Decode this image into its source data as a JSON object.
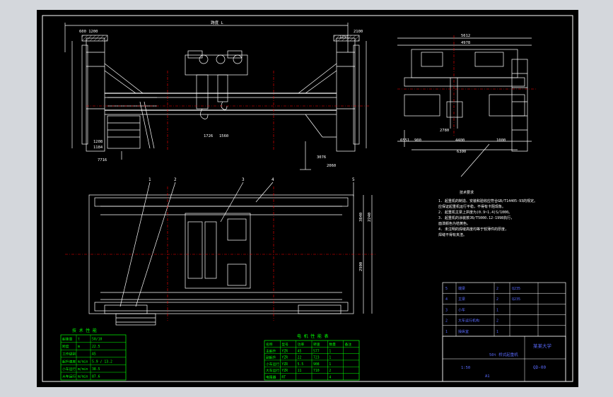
{
  "drawing": {
    "colors": {
      "background": "#000000",
      "viewport": "#d4d7dc",
      "frame": "#ffffff",
      "centerline": "#ff0000",
      "table_green": "#00ff00",
      "table_blue": "#5a6bff",
      "hatch": "#ffffff"
    },
    "dims_top": {
      "span_overall": "跨度 L",
      "left_top": "600 1200",
      "right_top": "2100",
      "right_top2": "1251",
      "bottom_left": "7716",
      "mid_bottom": "1560",
      "mid_bottom2": "1726",
      "right_bottom": "3076",
      "right_bottom2": "2060",
      "left_low1": "1208",
      "left_low2": "1184"
    },
    "dims_side": {
      "top1": "5612",
      "top2": "4978",
      "bottom1": "2780",
      "bottom2": "4400",
      "bottom3": "6300",
      "left_bottom": "6551",
      "left_bottom2": "900",
      "right_bottom": "1000"
    },
    "dims_plan": {
      "right1": "3840",
      "right2": "2240",
      "right3": "2900",
      "balloons": [
        "1",
        "2",
        "3",
        "4",
        "5"
      ]
    },
    "notes": {
      "title": "技术要求",
      "lines": [
        "1. 起重机的制造、安装和验收应符合GB/T14405-93的规定。",
        "   应保证起重机运行平稳，不得有卡阻现象。",
        "2. 起重机主梁上拱度为(0.9~1.4)S/1000。",
        "3. 起重机的涂装按JB/T5000.12-1998执行，",
        "   面漆颜色为桔黄色。",
        "4. 未注明的焊缝高度均等于较薄件的厚度，",
        "   焊缝不得有夹渣。"
      ]
    },
    "spec_table": {
      "title": "技 术 性 能",
      "rows": [
        [
          "起重量",
          "t",
          "50/10"
        ],
        [
          "跨度",
          "m",
          "22.5"
        ],
        [
          "工作级别",
          "",
          "A5"
        ],
        [
          "起升速度",
          "m/min",
          "5.9 / 13.2"
        ],
        [
          "小车运行",
          "m/min",
          "38.5"
        ],
        [
          "大车运行",
          "m/min",
          "87.6"
        ]
      ]
    },
    "motor_table": {
      "title": "电 机 性 能 表",
      "headers": [
        "名称",
        "型号",
        "功率",
        "转速",
        "数量",
        "备注"
      ],
      "rows": [
        [
          "主起升",
          "YZR",
          "45",
          "577",
          "1",
          ""
        ],
        [
          "副起升",
          "YZR",
          "22",
          "723",
          "1",
          ""
        ],
        [
          "小车运行",
          "YZR",
          "5.5",
          "908",
          "1",
          ""
        ],
        [
          "大车运行",
          "YZR",
          "11",
          "710",
          "2",
          ""
        ],
        [
          "电阻器",
          "RT",
          "",
          "",
          "4",
          ""
        ]
      ]
    },
    "title_block": {
      "items": [
        [
          "5",
          "端梁",
          "2",
          "Q235",
          ""
        ],
        [
          "4",
          "主梁",
          "2",
          "Q235",
          ""
        ],
        [
          "3",
          "小车",
          "1",
          "",
          ""
        ],
        [
          "2",
          "大车运行机构",
          "2",
          "",
          ""
        ],
        [
          "1",
          "操纵室",
          "1",
          "",
          ""
        ]
      ],
      "school": "某某大学",
      "drawing_name": "50t 桥式起重机",
      "drawing_no": "QD-00",
      "scale": "1:50",
      "sheet": "A1"
    }
  }
}
